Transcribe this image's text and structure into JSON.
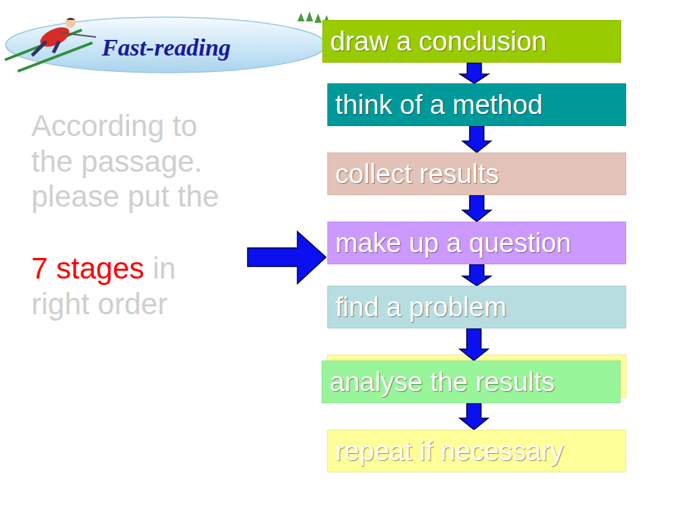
{
  "diagram": {
    "nodes": [
      {
        "text": [
          "Fast-reading"
        ]
      },
      {
        "text": [
          "draw a conclusion"
        ]
      },
      {
        "text": [
          "think of a method"
        ]
      },
      {
        "text": [
          "collect results"
        ]
      },
      {
        "text": [
          "make up a question"
        ]
      },
      {
        "text": [
          "find a problem"
        ]
      },
      {
        "text": [
          "analyse the results"
        ]
      },
      {
        "text": [
          "repeat if necessary"
        ]
      }
    ],
    "edges": [
      {
        "from": 1,
        "to": 2,
        "arrow": "to"
      },
      {
        "from": 2,
        "to": 3,
        "arrow": "to"
      },
      {
        "from": 3,
        "to": 4,
        "arrow": "to"
      },
      {
        "from": 4,
        "to": 5,
        "arrow": "to"
      },
      {
        "from": 5,
        "to": 6,
        "arrow": "to"
      },
      {
        "from": 6,
        "to": 7,
        "arrow": "to"
      }
    ],
    "labels": [
      "According to the passage. please put the",
      "7 stages",
      "in right order"
    ]
  }
}
